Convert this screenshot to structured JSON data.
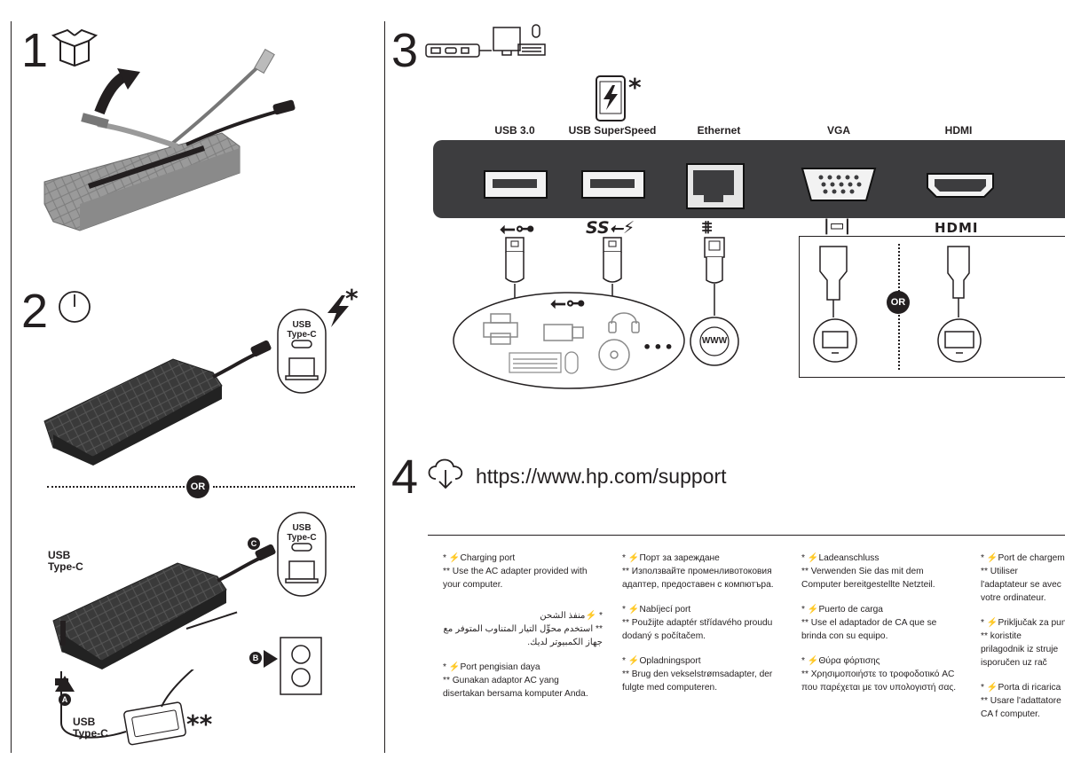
{
  "steps": {
    "s1": "1",
    "s2": "2",
    "s3": "3",
    "s4": "4"
  },
  "step2": {
    "usb_typec_a": "USB\nType-C",
    "usb_typec_b": "USB\nType-C",
    "usb_typec_side": "USB\nType-C",
    "usb_typec_bottom": "USB\nType-C",
    "or": "OR",
    "badge_a": "A",
    "badge_b": "B",
    "badge_c": "C",
    "star_single": "*",
    "star_double": "**"
  },
  "step3": {
    "star": "*",
    "ports": [
      "USB 3.0",
      "USB SuperSpeed",
      "Ethernet",
      "VGA",
      "HDMI"
    ],
    "or": "OR",
    "www": "WWW",
    "more": "•••",
    "hdmi_logo": "HDMI"
  },
  "step4": {
    "url": "https://www.hp.com/support"
  },
  "footnotes": {
    "col1": [
      {
        "s": "* ⚡Charging port",
        "d": "** Use the AC adapter provided with your computer."
      },
      {
        "s": "* ⚡منفذ الشحن",
        "d": "** استخدم محوِّل التيار المتناوب المتوفر مع جهاز الكمبيوتر لديك."
      },
      {
        "s": "* ⚡Port pengisian daya",
        "d": "** Gunakan adaptor AC yang disertakan bersama komputer Anda."
      }
    ],
    "col2": [
      {
        "s": "* ⚡Порт за зареждане",
        "d": "** Използвайте променливотоковия адаптер, предоставен с компютъра."
      },
      {
        "s": "* ⚡Nabíjecí port",
        "d": "** Použijte adaptér střídavého proudu dodaný s počítačem."
      },
      {
        "s": "* ⚡Opladningsport",
        "d": "** Brug den vekselstrømsadapter, der fulgte med computeren."
      }
    ],
    "col3": [
      {
        "s": "* ⚡Ladeanschluss",
        "d": "** Verwenden Sie das mit dem Computer bereitgestellte Netzteil."
      },
      {
        "s": "* ⚡Puerto de carga",
        "d": "** Use el adaptador de CA que se brinda con su equipo."
      },
      {
        "s": "* ⚡Θύρα φόρτισης",
        "d": "** Χρησιμοποιήστε το τροφοδοτικό AC που παρέχεται με τον υπολογιστή σας."
      }
    ],
    "col4": [
      {
        "s": "* ⚡Port de chargement",
        "d": "** Utiliser l'adaptateur se avec votre ordinateur."
      },
      {
        "s": "* ⚡Priključak za punjenj",
        "d": "** koristite prilagodnik iz struje isporučen uz rač"
      },
      {
        "s": "* ⚡Porta di ricarica",
        "d": "** Usare l'adattatore CA f computer."
      }
    ]
  }
}
